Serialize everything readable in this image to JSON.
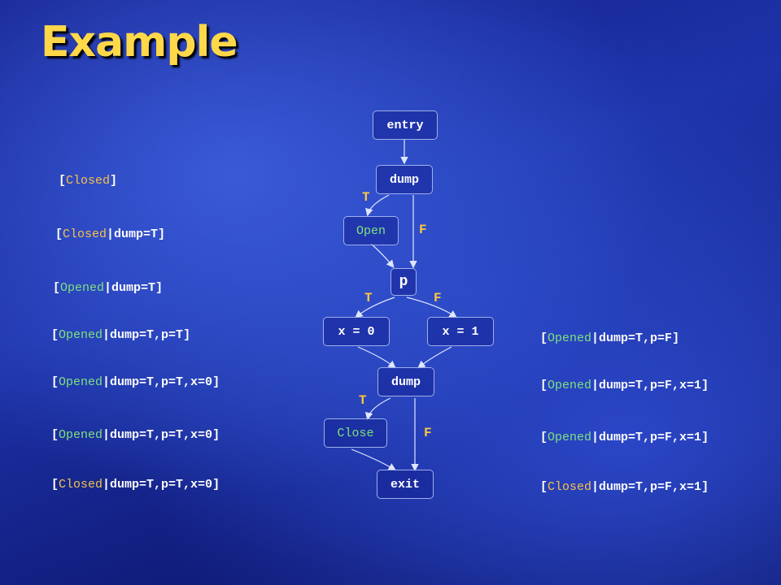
{
  "title": "Example",
  "colors": {
    "title": "#ffd84a",
    "edge_label": "#ffc83a",
    "closed": "#f6c24a",
    "opened": "#7ee07e",
    "text": "#ffffff"
  },
  "nodes": {
    "entry": "entry",
    "dump1": "dump",
    "open": "Open",
    "p": "p",
    "x0": "x = 0",
    "x1": "x = 1",
    "dump2": "dump",
    "close": "Close",
    "exit": "exit"
  },
  "edge_labels": {
    "dump1_true": "T",
    "dump1_false": "F",
    "p_true": "T",
    "p_false": "F",
    "dump2_true": "T",
    "dump2_false": "F"
  },
  "left_states": [
    {
      "kw": "Closed",
      "kind": "closed",
      "rest": ""
    },
    {
      "kw": "Closed",
      "kind": "closed",
      "rest": "|dump=T"
    },
    {
      "kw": "Opened",
      "kind": "opened",
      "rest": "|dump=T"
    },
    {
      "kw": "Opened",
      "kind": "opened",
      "rest": "|dump=T,p=T"
    },
    {
      "kw": "Opened",
      "kind": "opened",
      "rest": "|dump=T,p=T,x=0"
    },
    {
      "kw": "Opened",
      "kind": "opened",
      "rest": "|dump=T,p=T,x=0"
    },
    {
      "kw": "Closed",
      "kind": "closed",
      "rest": "|dump=T,p=T,x=0"
    }
  ],
  "right_states": [
    {
      "kw": "Opened",
      "kind": "opened",
      "rest": "|dump=T,p=F"
    },
    {
      "kw": "Opened",
      "kind": "opened",
      "rest": "|dump=T,p=F,x=1"
    },
    {
      "kw": "Opened",
      "kind": "opened",
      "rest": "|dump=T,p=F,x=1"
    },
    {
      "kw": "Closed",
      "kind": "closed",
      "rest": "|dump=T,p=F,x=1"
    }
  ]
}
